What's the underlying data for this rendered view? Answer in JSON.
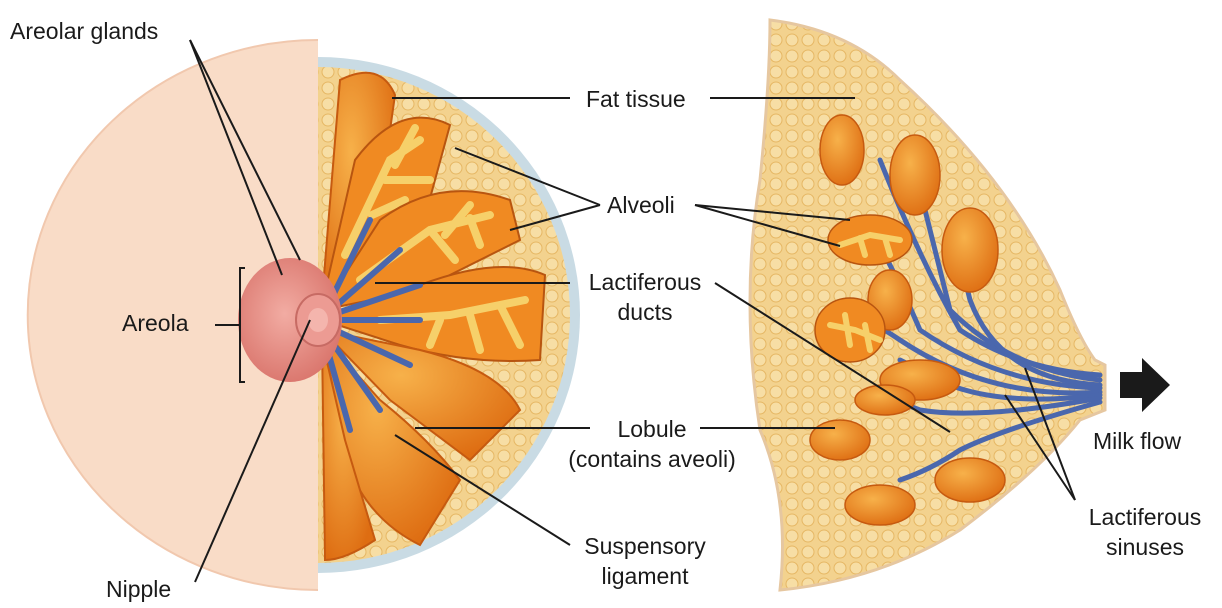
{
  "labels": {
    "areolar_glands": "Areolar glands",
    "areola": "Areola",
    "nipple": "Nipple",
    "fat_tissue": "Fat tissue",
    "alveoli": "Alveoli",
    "lactiferous_ducts_1": "Lactiferous",
    "lactiferous_ducts_2": "ducts",
    "lobule_1": "Lobule",
    "lobule_2": "(contains aveoli)",
    "suspensory_1": "Suspensory",
    "suspensory_2": "ligament",
    "milk_flow": "Milk flow",
    "lactiferous_sinuses_1": "Lactiferous",
    "lactiferous_sinuses_2": "sinuses"
  },
  "colors": {
    "skin": "#f9dcc7",
    "fat": "#f3d28e",
    "lobule": "#f19a2c",
    "lobule_dark": "#dc6f12",
    "duct": "#4a67ad",
    "areola": "#ee9a92",
    "leader": "#1a1a1a"
  }
}
